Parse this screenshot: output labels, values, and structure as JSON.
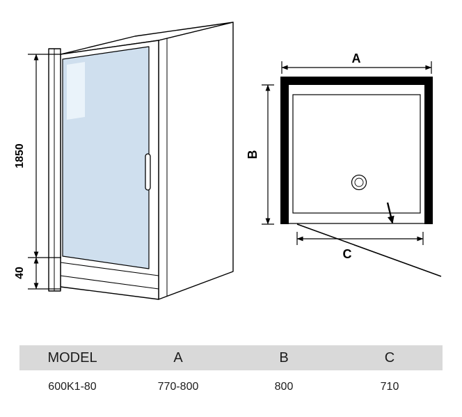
{
  "colors": {
    "glass": "#cfdfee",
    "glass_highlight": "#eaf3fa",
    "frame": "#000000",
    "table_header_bg": "#d9d9d9"
  },
  "iso_view": {
    "height_label": "1850",
    "threshold_label": "40"
  },
  "top_view": {
    "width_label": "A",
    "depth_label": "B",
    "door_width_label": "C"
  },
  "table": {
    "headers": [
      "MODEL",
      "A",
      "B",
      "C"
    ],
    "rows": [
      [
        "600K1-80",
        "770-800",
        "800",
        "710"
      ]
    ]
  }
}
